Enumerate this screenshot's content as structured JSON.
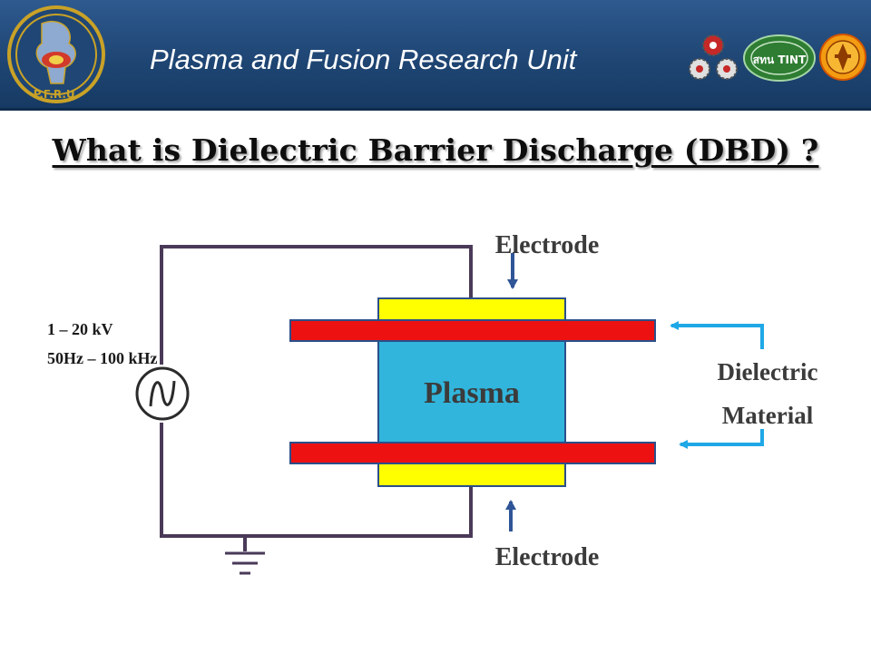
{
  "header": {
    "title": "Plasma and Fusion Research Unit",
    "left_logo_text": "P.F.R.U.",
    "right_logo_text": "สทน TINT",
    "colors": {
      "bar": "#1f4674",
      "text": "#ffffff"
    }
  },
  "slide": {
    "title": "What is Dielectric Barrier Discharge (DBD) ?"
  },
  "diagram": {
    "source": {
      "voltage": "1 – 20 kV",
      "frequency": "50Hz – 100 kHz"
    },
    "labels": {
      "electrode_top": "Electrode",
      "electrode_bottom": "Electrode",
      "plasma": "Plasma",
      "dielectric_line1": "Dielectric",
      "dielectric_line2": "Material"
    },
    "colors": {
      "wire": "#4a3a58",
      "electrode": "#ffff00",
      "plasma": "#31b5dc",
      "dielectric": "#ee1111",
      "arrow_dielectric": "#1fa8e6",
      "arrow_electrode": "#2f5597"
    }
  }
}
